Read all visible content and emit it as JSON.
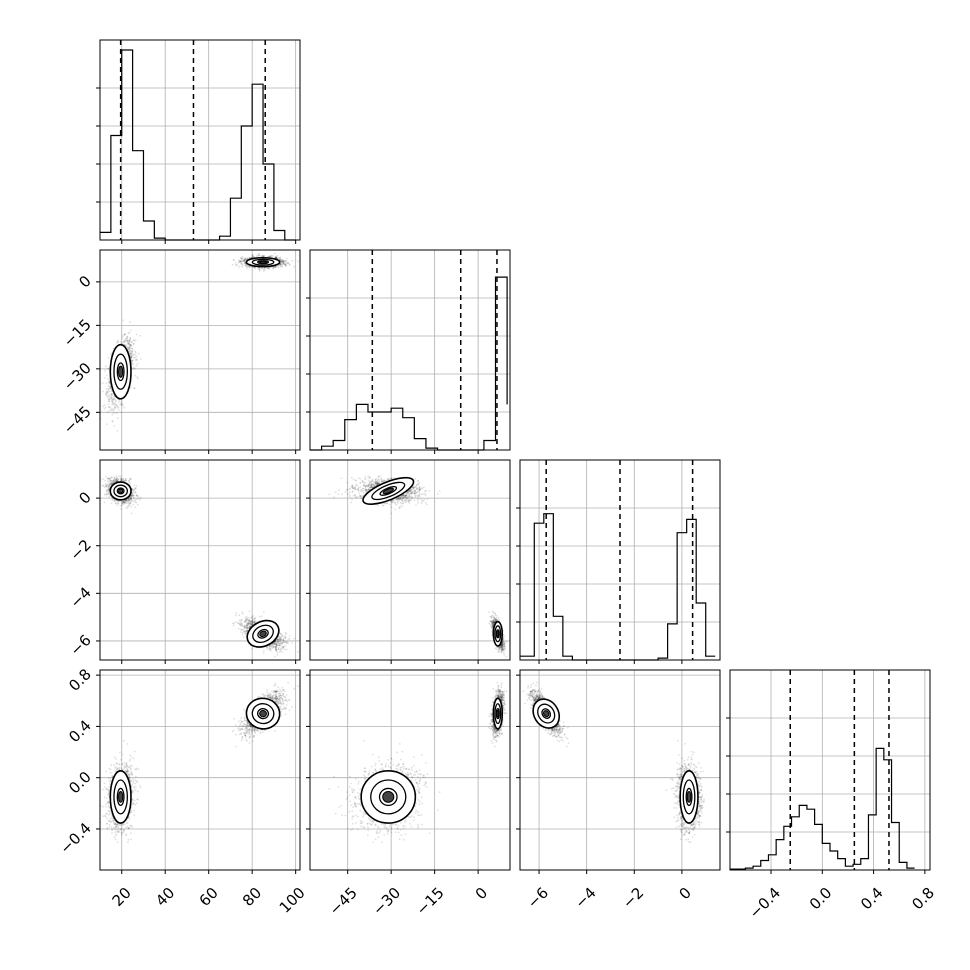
{
  "chart_data": {
    "type": "corner",
    "params": [
      {
        "range": [
          10,
          102
        ],
        "ticks": [
          20,
          40,
          60,
          80,
          100
        ],
        "tick_labels": [
          "20",
          "40",
          "60",
          "80",
          "100"
        ]
      },
      {
        "range": [
          -58,
          11
        ],
        "ticks": [
          -45,
          -30,
          -15,
          0
        ],
        "tick_labels": [
          "−45",
          "−30",
          "−15",
          "0"
        ]
      },
      {
        "range": [
          -6.8,
          1.6
        ],
        "ticks": [
          -6,
          -4,
          -2,
          0
        ],
        "tick_labels": [
          "−6",
          "−4",
          "−2",
          "0"
        ]
      },
      {
        "range": [
          -0.72,
          0.84
        ],
        "ticks": [
          -0.4,
          0.0,
          0.4,
          0.8
        ],
        "tick_labels": [
          "−0.4",
          "0.0",
          "0.4",
          "0.8"
        ]
      }
    ],
    "histograms": [
      {
        "edges": [
          10,
          15,
          20,
          25,
          30,
          35,
          40,
          45,
          50,
          55,
          60,
          65,
          70,
          75,
          80,
          85,
          90,
          95,
          100
        ],
        "counts": [
          0.04,
          0.55,
          1.0,
          0.47,
          0.1,
          0.01,
          0,
          0,
          0,
          0,
          0,
          0.02,
          0.22,
          0.6,
          0.82,
          0.4,
          0.05,
          0
        ],
        "quantiles": [
          19.5,
          53.0,
          86.0
        ]
      },
      {
        "edges": [
          -58,
          -54,
          -50,
          -46,
          -42,
          -38,
          -34,
          -30,
          -26,
          -22,
          -18,
          -14,
          -10,
          -6,
          -2,
          2,
          6,
          10
        ],
        "counts": [
          0,
          0.02,
          0.05,
          0.16,
          0.24,
          0.2,
          0.2,
          0.22,
          0.17,
          0.06,
          0.01,
          0,
          0,
          0,
          0,
          0.05,
          0.91,
          0.24
        ],
        "quantiles": [
          -36.5,
          -6.0,
          6.5
        ]
      },
      {
        "edges": [
          -6.8,
          -6.2,
          -5.8,
          -5.4,
          -5.0,
          -4.6,
          -4.2,
          -3.8,
          -3.4,
          -3.0,
          -2.6,
          -2.2,
          -1.8,
          -1.4,
          -1.0,
          -0.6,
          -0.2,
          0.2,
          0.6,
          1.0,
          1.4
        ],
        "counts": [
          0.02,
          0.72,
          0.77,
          0.23,
          0.02,
          0,
          0,
          0,
          0,
          0,
          0,
          0,
          0,
          0,
          0.01,
          0.19,
          0.67,
          0.74,
          0.3,
          0.02
        ],
        "quantiles": [
          -5.7,
          -2.6,
          0.45
        ]
      },
      {
        "edges": [
          -0.66,
          -0.6,
          -0.54,
          -0.48,
          -0.42,
          -0.36,
          -0.3,
          -0.24,
          -0.18,
          -0.12,
          -0.06,
          0.0,
          0.06,
          0.12,
          0.18,
          0.24,
          0.3,
          0.36,
          0.42,
          0.48,
          0.54,
          0.6,
          0.66,
          0.72
        ],
        "counts": [
          0.005,
          0.01,
          0.02,
          0.05,
          0.08,
          0.16,
          0.23,
          0.28,
          0.34,
          0.32,
          0.24,
          0.14,
          0.1,
          0.06,
          0.02,
          0.03,
          0.06,
          0.29,
          0.64,
          0.58,
          0.25,
          0.04,
          0.01
        ],
        "quantiles": [
          -0.25,
          0.25,
          0.52
        ]
      }
    ],
    "clusters": [
      {
        "p": [
          19.5,
          -31.0,
          0.3,
          -0.15
        ],
        "s": [
          2.8,
          5.5,
          0.22,
          0.12
        ],
        "w": 0.5
      },
      {
        "p": [
          85.0,
          6.8,
          -5.7,
          0.5
        ],
        "s": [
          4.5,
          0.9,
          0.3,
          0.07
        ],
        "w": 0.5
      }
    ],
    "correlations": {
      "1-2": -0.9,
      "2-3": -0.6,
      "0-2": -0.4,
      "0-3": 0.2
    },
    "quantile_line_style": "dashed",
    "grid": true
  }
}
